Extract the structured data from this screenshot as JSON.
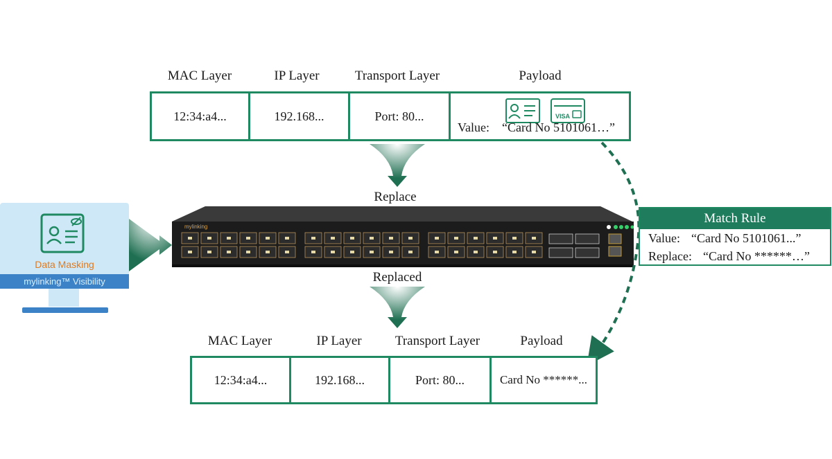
{
  "top_packet": {
    "headers": [
      "MAC Layer",
      "IP Layer",
      "Transport Layer",
      "Payload"
    ],
    "cells": [
      "12:34:a4...",
      "192.168...",
      "Port: 80..."
    ],
    "payload_prefix": "Value:",
    "payload_value": "“Card No 5101061…”",
    "payload_icons": [
      "id-card-icon",
      "visa-card-icon"
    ]
  },
  "flow": {
    "replace_label": "Replace",
    "replaced_label": "Replaced"
  },
  "match_rule": {
    "title": "Match Rule",
    "value_label": "Value:",
    "value_text": "“Card No 5101061...”",
    "replace_label": "Replace:",
    "replace_text": "“Card No ******…”"
  },
  "monitor": {
    "caption": "Data Masking",
    "brand": "mylinking™ Visibility"
  },
  "device": {
    "logo": "mylinking"
  },
  "bottom_packet": {
    "headers": [
      "MAC Layer",
      "IP Layer",
      "Transport Layer",
      "Payload"
    ],
    "cells": [
      "12:34:a4...",
      "192.168...",
      "Port: 80...",
      "Card No ******..."
    ]
  },
  "colors": {
    "accent": "#1f8a62",
    "rule_header": "#1f7d5d",
    "monitor_screen": "#cfe8f7",
    "monitor_bar": "#3b83c6",
    "caption": "#e07a1f"
  }
}
